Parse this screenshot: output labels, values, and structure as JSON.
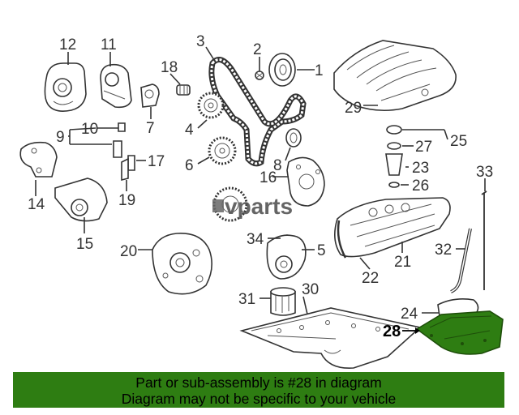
{
  "watermark": "vparts",
  "callouts": [
    "1",
    "2",
    "3",
    "5",
    "6",
    "7",
    "8",
    "9",
    "10",
    "11",
    "12",
    "16",
    "17",
    "18",
    "19",
    "20",
    "21",
    "22",
    "23",
    "24",
    "25",
    "26",
    "27",
    "29",
    "30",
    "31",
    "32",
    "33",
    "34",
    "14",
    "15",
    "4"
  ],
  "highlighted_callout": "28",
  "highlight_color": "#2e7d12",
  "banner": {
    "line1": "Part or sub-assembly is #28 in diagram",
    "line2": "Diagram may not be specific to your vehicle"
  }
}
